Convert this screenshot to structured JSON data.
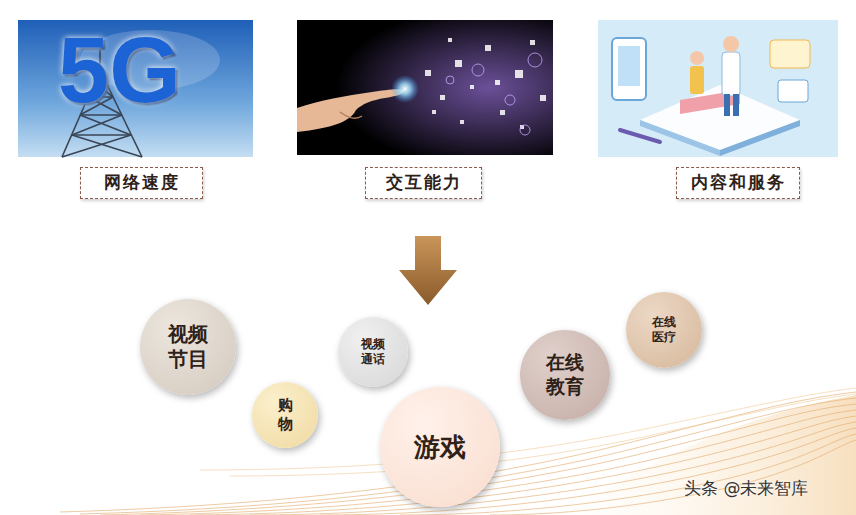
{
  "diagram": {
    "nodes": [
      {
        "text": [
          "网络速度"
        ]
      },
      {
        "text": [
          "交互能力"
        ]
      },
      {
        "text": [
          "内容和服务"
        ]
      },
      {
        "text": [
          "视频 节目"
        ]
      },
      {
        "text": [
          "购 物"
        ]
      },
      {
        "text": [
          "视频 通话"
        ]
      },
      {
        "text": [
          "游戏"
        ]
      },
      {
        "text": [
          "在线 教育"
        ]
      },
      {
        "text": [
          "在线 医疗"
        ]
      }
    ],
    "labels": [
      "5G",
      "头条 @未来智库"
    ]
  }
}
